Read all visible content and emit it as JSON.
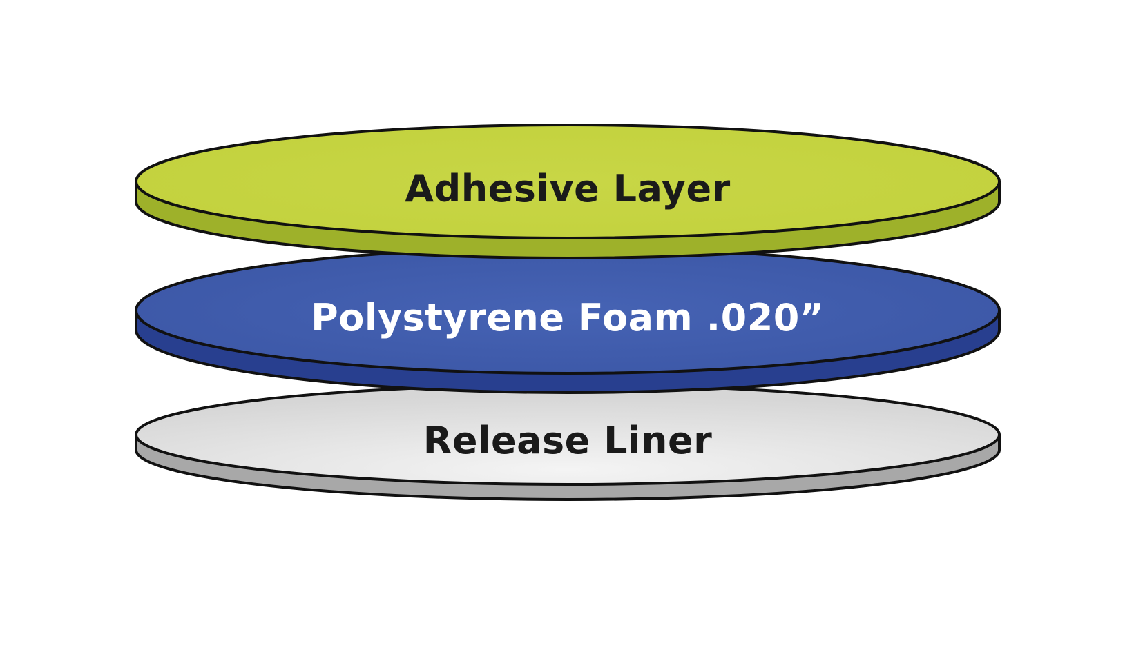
{
  "layers": [
    {
      "label": "Release Liner",
      "top_color": "#d6d6d6",
      "top_highlight": "#f4f4f4",
      "side_color": "#a8a8a8",
      "text_color": "#1a1a1a"
    },
    {
      "label": "Polystyrene Foam .020”",
      "top_color": "#3a55a4",
      "top_highlight": "#4663b4",
      "side_color": "#283f8f",
      "text_color": "#ffffff"
    },
    {
      "label": "Adhesive Layer",
      "top_color": "#c2d13c",
      "top_highlight": "#c8d646",
      "side_color": "#9eb12a",
      "text_color": "#1a1a1a"
    }
  ],
  "outline_color": "#111111",
  "background_color": "#ffffff"
}
